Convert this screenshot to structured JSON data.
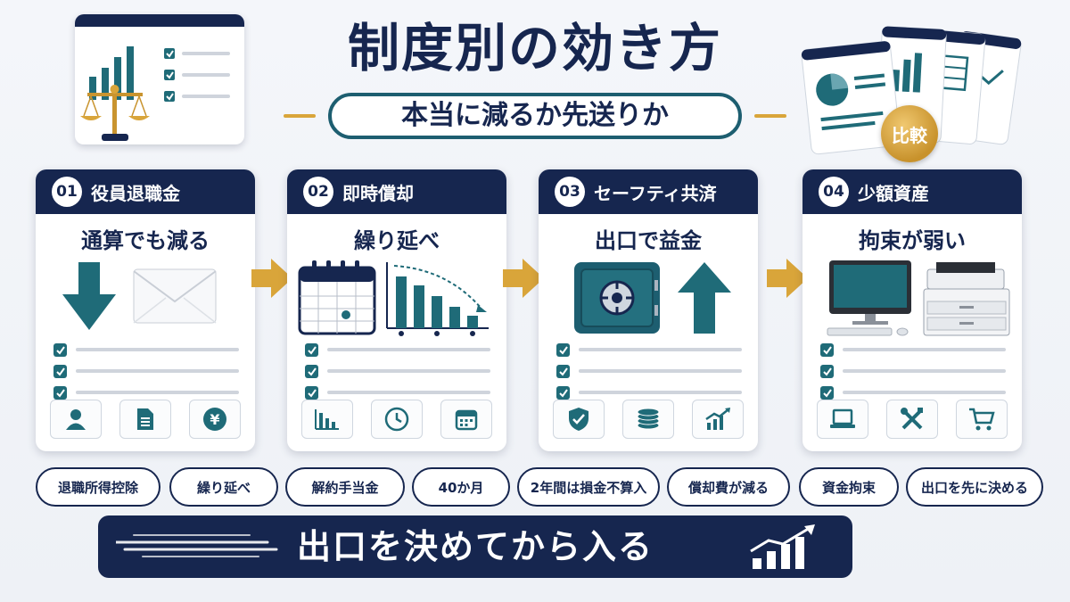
{
  "title": "制度別の効き方",
  "subtitle": "本当に減るか先送りか",
  "badge": "比較",
  "colors": {
    "navy": "#16264f",
    "teal": "#1f6b78",
    "gold": "#d9a53a",
    "light_gray": "#cfd4dc"
  },
  "steps": [
    {
      "number": "01",
      "title": "役員退職金",
      "subtitle": "通算でも減る",
      "illustration": [
        "down-arrow-icon",
        "envelope-icon"
      ],
      "icons": [
        "person-icon",
        "document-icon",
        "yen-icon"
      ]
    },
    {
      "number": "02",
      "title": "即時償却",
      "subtitle": "繰り延べ",
      "illustration": [
        "calendar-icon",
        "declining-bar-chart-icon"
      ],
      "icons": [
        "bar-chart-icon",
        "clock-icon",
        "calendar-icon"
      ]
    },
    {
      "number": "03",
      "title": "セーフティ共済",
      "subtitle": "出口で益金",
      "illustration": [
        "safe-icon",
        "up-arrow-icon"
      ],
      "icons": [
        "shield-check-icon",
        "coins-icon",
        "trend-up-icon"
      ]
    },
    {
      "number": "04",
      "title": "少額資産",
      "subtitle": "拘束が弱い",
      "illustration": [
        "desktop-computer-icon",
        "printer-icon"
      ],
      "icons": [
        "laptop-icon",
        "tools-icon",
        "cart-icon"
      ]
    }
  ],
  "tags": [
    "退職所得控除",
    "繰り延べ",
    "解約手当金",
    "40か月",
    "2年間は損金不算入",
    "償却費が減る",
    "資金拘束",
    "出口を先に決める"
  ],
  "banner": "出口を決めてから入る"
}
